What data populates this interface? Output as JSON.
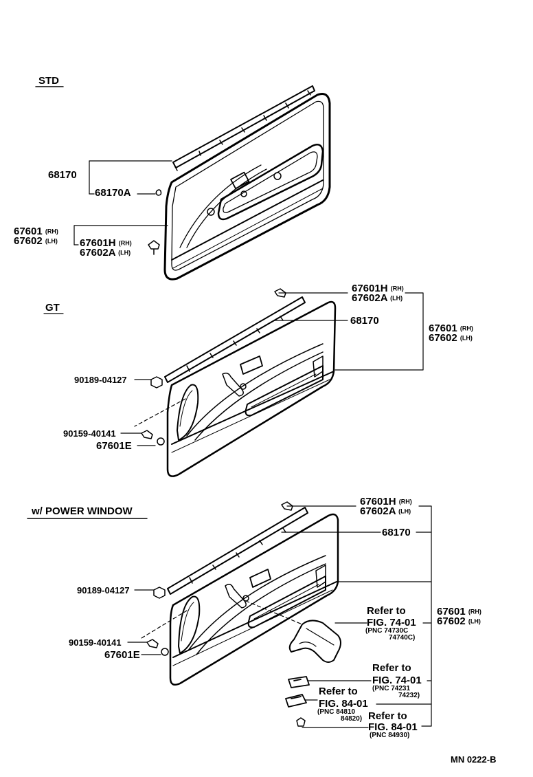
{
  "sections": {
    "std": "STD",
    "gt": "GT",
    "power": "w/ POWER WINDOW"
  },
  "std": {
    "p68170": "68170",
    "p68170A": "68170A",
    "p67601": "67601",
    "p67602": "67602",
    "rh": "(RH)",
    "lh": "(LH)",
    "p67601H": "67601H",
    "p67602A": "67602A"
  },
  "gt": {
    "p67601H": "67601H",
    "p67602A": "67602A",
    "p68170": "68170",
    "p67601": "67601",
    "p67602": "67602",
    "p90189": "90189-04127",
    "p90159": "90159-40141",
    "p67601E": "67601E",
    "rh": "(RH)",
    "lh": "(LH)"
  },
  "pw": {
    "p67601H": "67601H",
    "p67602A": "67602A",
    "p68170": "68170",
    "p67601": "67601",
    "p67602": "67602",
    "p90189": "90189-04127",
    "p90159": "90159-40141",
    "p67601E": "67601E",
    "rh": "(RH)",
    "lh": "(LH)",
    "ref1_a": "Refer to",
    "ref1_b": "FIG. 74-01",
    "ref1_c": "(PNC 74730C",
    "ref1_d": "74740C)",
    "ref2_a": "Refer to",
    "ref2_b": "FIG. 74-01",
    "ref2_c": "(PNC 74231",
    "ref2_d": "74232)",
    "ref3_a": "Refer to",
    "ref3_b": "FIG. 84-01",
    "ref3_c": "(PNC 84810",
    "ref3_d": "84820)",
    "ref4_a": "Refer to",
    "ref4_b": "FIG. 84-01",
    "ref4_c": "(PNC 84930)"
  },
  "footer": {
    "code": "MN  0222-B"
  }
}
